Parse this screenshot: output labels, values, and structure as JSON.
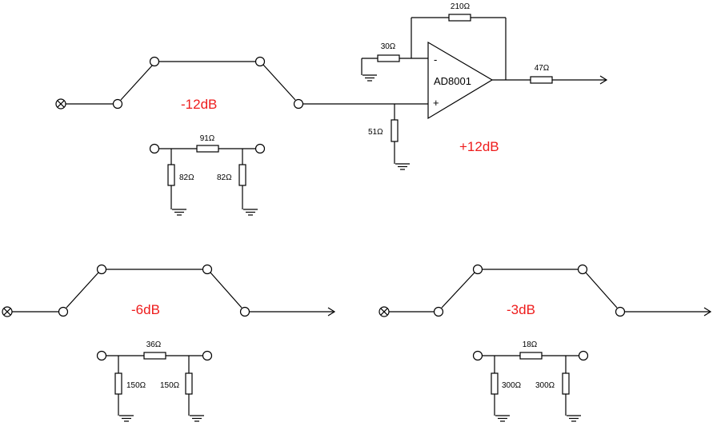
{
  "colors": {
    "wire": "#000000",
    "gain_label": "#ee1c1c"
  },
  "amplifier": {
    "name": "AD8001",
    "inverting_pin": "-",
    "noninverting_pin": "+",
    "gain_label": "+12dB",
    "feedback_resistor": "210Ω",
    "input_resistor": "30Ω",
    "bias_resistor": "51Ω",
    "output_resistor": "47Ω"
  },
  "attenuators": [
    {
      "id": "a12",
      "gain_label": "-12dB",
      "series_resistor": "91Ω",
      "shunt_left": "82Ω",
      "shunt_right": "82Ω"
    },
    {
      "id": "a6",
      "gain_label": "-6dB",
      "series_resistor": "36Ω",
      "shunt_left": "150Ω",
      "shunt_right": "150Ω"
    },
    {
      "id": "a3",
      "gain_label": "-3dB",
      "series_resistor": "18Ω",
      "shunt_left": "300Ω",
      "shunt_right": "300Ω"
    }
  ],
  "icons": [
    "source-cross-icon",
    "ground-icon",
    "arrow-output-icon",
    "opamp-triangle-icon"
  ]
}
